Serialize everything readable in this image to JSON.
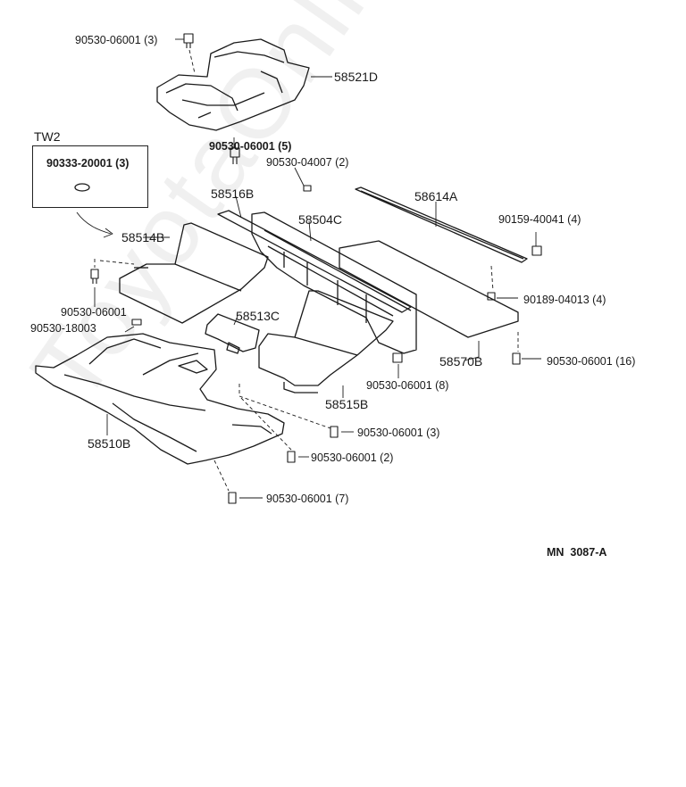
{
  "watermark": "ToyotaOnline.ru",
  "inset": {
    "title": "TW2",
    "part": "90333-20001 (3)"
  },
  "callouts": {
    "p90530_06001_3_top": "90530-06001 (3)",
    "p58521D": "58521D",
    "p90530_06001_5": "90530-06001 (5)",
    "p90530_04007": "90530-04007 (2)",
    "p58516B": "58516B",
    "p58504C": "58504C",
    "p58614A": "58614A",
    "p90159_40041": "90159-40041 (4)",
    "p58514B": "58514B",
    "p90189_04013": "90189-04013 (4)",
    "p90530_06001_left": "90530-06001",
    "p90530_18003": "90530-18003",
    "p58513C": "58513C",
    "p58570B": "58570B",
    "p90530_06001_16": "90530-06001 (16)",
    "p90530_06001_8": "90530-06001 (8)",
    "p58515B": "58515B",
    "p90530_06001_3_mid": "90530-06001 (3)",
    "p58510B": "58510B",
    "p90530_06001_2": "90530-06001 (2)",
    "p90530_06001_7": "90530-06001 (7)"
  },
  "diagram_code": "MN  3087-A"
}
